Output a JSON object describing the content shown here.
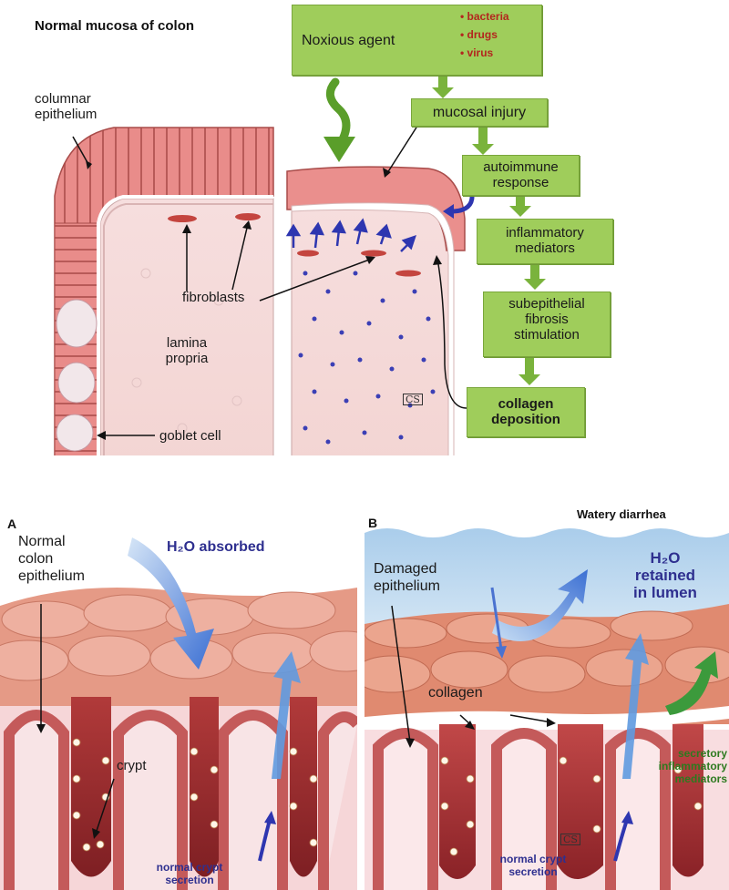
{
  "top": {
    "title": "Normal mucosa of colon",
    "labels": {
      "columnar_1": "columnar",
      "columnar_2": "epithelium",
      "fibroblasts": "fibroblasts",
      "lamina_1": "lamina",
      "lamina_2": "propria",
      "goblet": "goblet cell"
    },
    "flow": {
      "noxious": "Noxious agent",
      "agents": [
        "bacteria",
        "drugs",
        "virus"
      ],
      "mucosal_injury": "mucosal injury",
      "autoimmune_1": "autoimmune",
      "autoimmune_2": "response",
      "inflammatory_1": "inflammatory",
      "inflammatory_2": "mediators",
      "subepithelial_1": "subepithelial",
      "subepithelial_2": "fibrosis",
      "subepithelial_3": "stimulation",
      "collagen_1": "collagen",
      "collagen_2": "deposition"
    }
  },
  "panel_a": {
    "letter": "A",
    "label_1": "Normal",
    "label_2": "colon",
    "label_3": "epithelium",
    "h2o": "H₂O absorbed",
    "crypt": "crypt",
    "secretion_1": "normal crypt",
    "secretion_2": "secretion"
  },
  "panel_b": {
    "letter": "B",
    "header": "Watery diarrhea",
    "damaged_1": "Damaged",
    "damaged_2": "epithelium",
    "h2o_1": "H₂O",
    "h2o_2": "retained",
    "h2o_3": "in lumen",
    "collagen": "collagen",
    "secretory_1": "secretory",
    "secretory_2": "inflammatory",
    "secretory_3": "mediators",
    "secretion_1": "normal crypt",
    "secretion_2": "secretion"
  },
  "watermark": "CS"
}
